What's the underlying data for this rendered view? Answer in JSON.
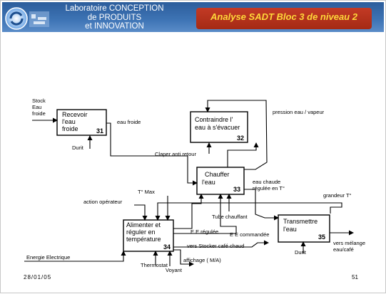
{
  "header": {
    "lab_lines": [
      "Laboratoire CONCEPTION",
      "de PRODUITS",
      "et INNOVATION"
    ],
    "title": "Analyse SADT Bloc 3 de niveau 2"
  },
  "blocks": [
    {
      "id": "31",
      "lines": [
        "Recevoir",
        "l'eau",
        "froide"
      ],
      "number": "31"
    },
    {
      "id": "32",
      "lines": [
        "Contraindre l'",
        "eau à s'évacuer"
      ],
      "number": "32"
    },
    {
      "id": "33",
      "lines": [
        "Chauffer",
        "l'eau"
      ],
      "number": "33"
    },
    {
      "id": "34",
      "lines": [
        "Alimenter et",
        "réguler en",
        "température"
      ],
      "number": "34"
    },
    {
      "id": "35",
      "lines": [
        "Transmettre",
        "l'eau"
      ],
      "number": "35"
    }
  ],
  "labels": {
    "stock": [
      "Stock",
      "Eau",
      "froide"
    ],
    "eau_froide": "eau froide",
    "durit1": "Durit",
    "pression": "pression eau / vapeur",
    "claper": "Claper anti retour",
    "eau_chaude": [
      "eau chaude",
      "régulée en T°"
    ],
    "tmax": "T° Max",
    "action": "action opérateur",
    "tube": "Tube chauffant",
    "grandeur": "grandeur T°",
    "ee_reg": "E E régulée",
    "ee_cmd": "E E commandée",
    "stocker": "vers Stocker café chaud",
    "energie": "Energie Electrique",
    "affichage": "affichage ( M/A)",
    "thermostat": "Thermostat",
    "voyant": "Voyant",
    "durit2": "Durit",
    "melange": [
      "vers mélange",
      "eau/café"
    ]
  },
  "footer": {
    "date": "28/01/05",
    "page": "51"
  }
}
